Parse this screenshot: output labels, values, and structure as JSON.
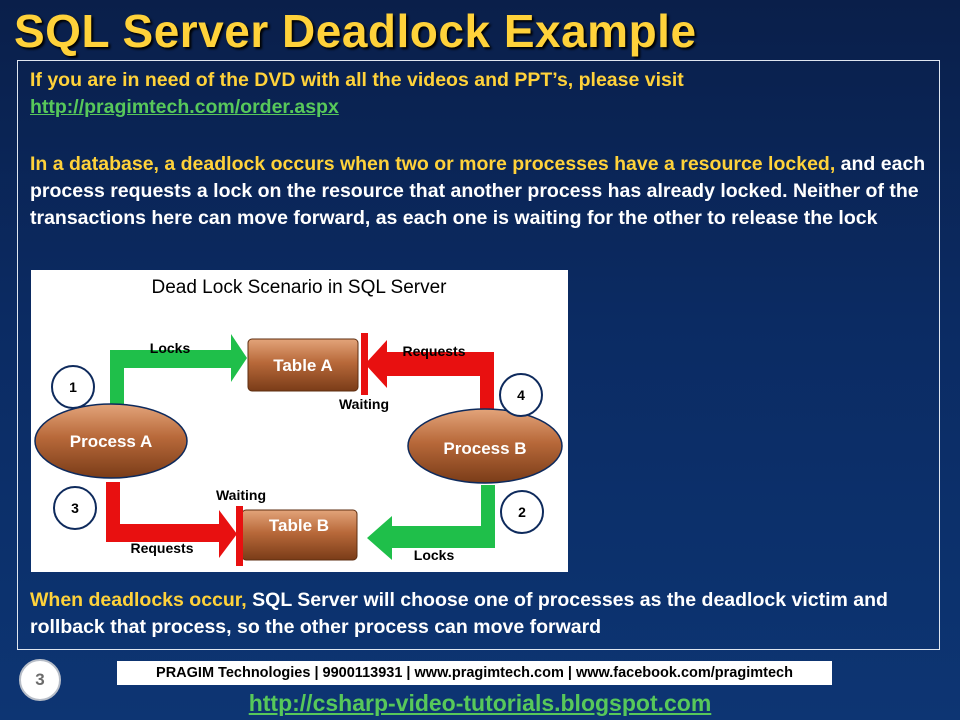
{
  "slide": {
    "title": "SQL Server Deadlock Example",
    "paragraph1_text": "If you are in need of the DVD with all the videos and PPT’s, please visit",
    "paragraph1_link": "http://pragimtech.com/order.aspx",
    "paragraph2_highlight": "In a database, a deadlock occurs when two or more processes have a resource locked,",
    "paragraph2_rest": " and each process requests a lock on the resource that another process has already locked. Neither of the transactions here can move forward, as each one is waiting for the other to release the lock",
    "paragraph3_highlight": "When deadlocks occur,",
    "paragraph3_rest": " SQL Server will choose one of processes as the deadlock victim and rollback that process, so the other process can move forward",
    "slide_number": "3",
    "footer_bar": "PRAGIM Technologies | 9900113931 | www.pragimtech.com | www.facebook.com/pragimtech",
    "footer_link": "http://csharp-video-tutorials.blogspot.com"
  },
  "diagram": {
    "title": "Dead Lock Scenario in SQL Server",
    "table_a": "Table A",
    "table_b": "Table B",
    "process_a": "Process A",
    "process_b": "Process B",
    "label_locks_top": "Locks",
    "label_requests_top": "Requests",
    "label_waiting_top": "Waiting",
    "label_waiting_bottom": "Waiting",
    "label_requests_bottom": "Requests",
    "label_locks_bottom": "Locks",
    "step_1": "1",
    "step_2": "2",
    "step_3": "3",
    "step_4": "4",
    "colors": {
      "lock_arrow": "#1fbf4a",
      "request_arrow": "#e81010",
      "node_fill": "#b86a3a",
      "circle_stroke": "#0e2a5c"
    }
  }
}
